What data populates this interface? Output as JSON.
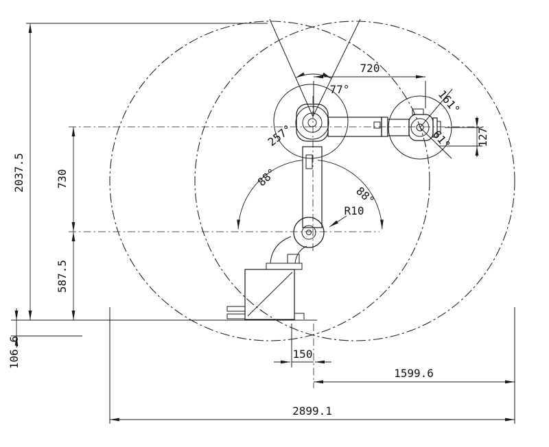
{
  "drawing": {
    "title": "robot-working-envelope-drawing",
    "dims": {
      "overall_height": "2037.5",
      "upper_arm": "730",
      "shoulder_height": "587.5",
      "below_base": "106.6",
      "top_reach": "720",
      "wrist_offset": "127",
      "base_offset": "150",
      "right_reach": "1599.6",
      "overall_width": "2899.1"
    },
    "angles": {
      "deadzone": "77°",
      "wrist_rotation": "161°",
      "elbow_rotation": "257°",
      "sweep_left": "88°",
      "sweep_right": "88°",
      "wrist_bend": "61°"
    },
    "radius": "R10"
  }
}
